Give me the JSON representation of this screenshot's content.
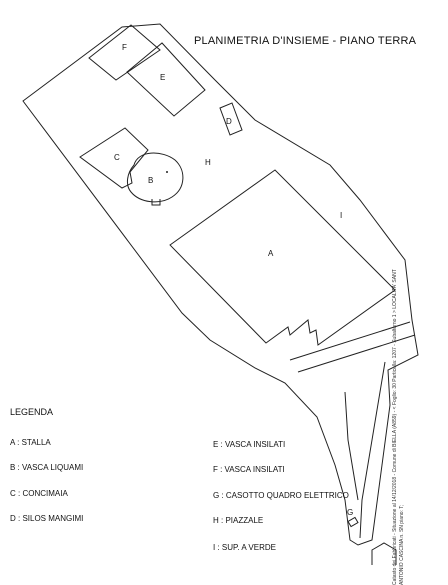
{
  "title": "PLANIMETRIA D'INSIEME - PIANO TERRA",
  "plan_labels": {
    "A": "A",
    "B": "B",
    "C": "C",
    "D": "D",
    "E": "E",
    "F": "F",
    "G": "G",
    "H": "H",
    "I": "I"
  },
  "legend": {
    "title": "LEGENDA",
    "items": [
      "A : STALLA",
      "B : VASCA LIQUAMI",
      "C : CONCIMAIA",
      "D : SILOS MANGIMI",
      "E : VASCA INSILATI",
      "F : VASCA INSILATI",
      "G : CASOTTO QUADRO ELETTRICO",
      "H : PIAZZALE",
      "I : SUP. A VERDE"
    ]
  },
  "side_note": "Catasto dei Fabbricati - Situazione al 14/12/2018 - Comune di BIELLA (A859) - < Foglio: 30 Particella: 1207 - Subalterno 1 > LOCALITA' SANT ANTONIO CASCINA n. SN piano: T;"
}
